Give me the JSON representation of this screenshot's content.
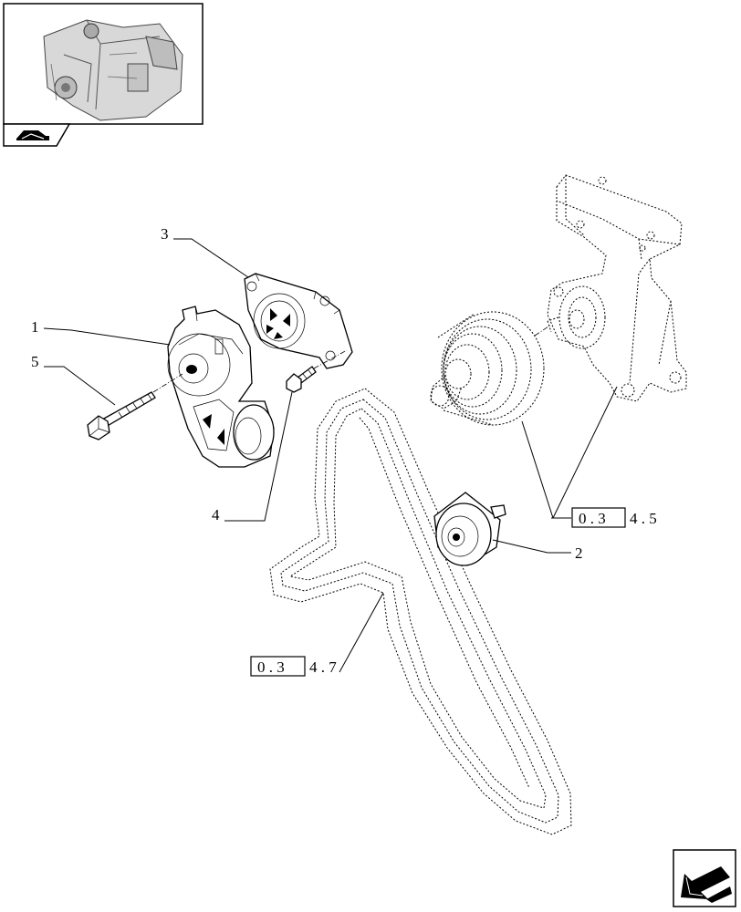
{
  "labels": {
    "p1": "1",
    "p2": "2",
    "p3": "3",
    "p4": "4",
    "p5": "5"
  },
  "references": {
    "ref_a": {
      "boxed": "0 . 3",
      "rest": "4 . 5"
    },
    "ref_b": {
      "boxed": "0 . 3",
      "rest": "4 . 7"
    }
  },
  "icons": {
    "thumbnail": "engine-thumbnail-icon",
    "corner_tab": "vehicle-icon",
    "nav": "next-page-arrow-icon"
  }
}
